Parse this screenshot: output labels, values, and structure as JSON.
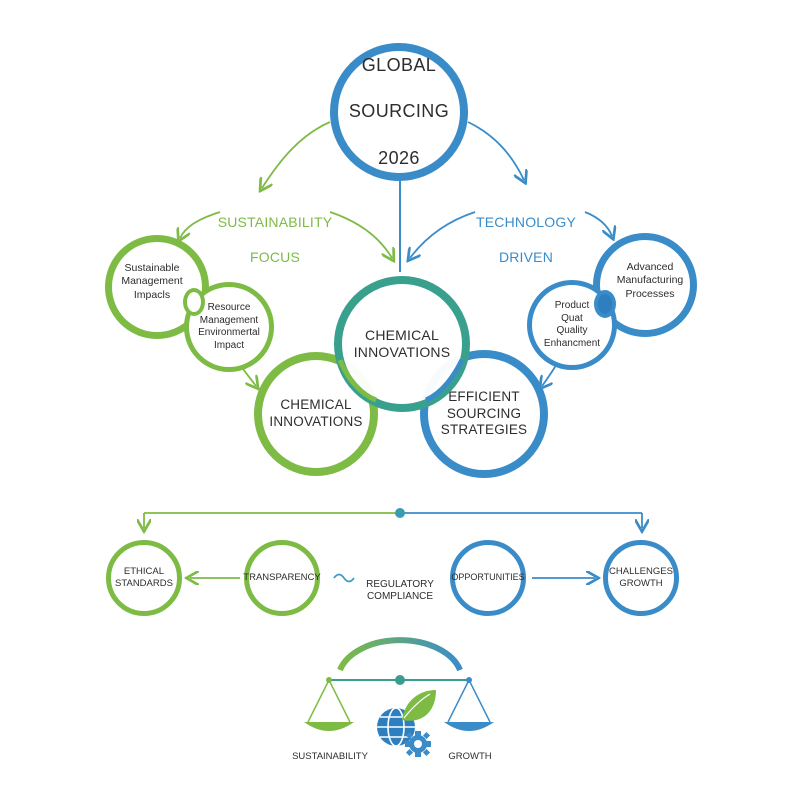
{
  "root": {
    "line1": "GLOBAL",
    "line2": "SOURCING",
    "line3": "2026"
  },
  "branches": {
    "sustainability": {
      "line1": "SUSTAINABILITY",
      "line2": "FOCUS"
    },
    "technology": {
      "line1": "TECHNOLOGY",
      "line2": "DRIVEN"
    }
  },
  "left_cluster": {
    "outer": "Sustainable\nManagement\nImpacls",
    "inner": "Resource\nManagement\nEnvironmertal\nImpact"
  },
  "right_cluster": {
    "outer": "Advanced\nManufacturing\nProcesses",
    "inner": "Product\nQuat\nQuality\nEnhancment"
  },
  "center": {
    "top": "CHEMICAL\nINNOVATIONS",
    "left": "CHEMICAL\nINNOVATIONS",
    "right": "EFFICIENT\nSOURCING\nSTRATEGIES"
  },
  "bottom_row": {
    "ethical": "ETHICAL\nSTANDARDS",
    "transparency": "TRANSPARENCY",
    "regulatory": "REGULATORY\nCOMPLIANCE",
    "opportunities": "OPPORTUNITIES",
    "challenges": "CHALLENGES\nGROWTH"
  },
  "balance": {
    "left_label": "SUSTAINABILITY",
    "right_label": "GROWTH"
  },
  "colors": {
    "green": "#7dbb45",
    "blue": "#3a8cc9",
    "teal": "#3aa08e",
    "text": "#2d2d2d"
  }
}
